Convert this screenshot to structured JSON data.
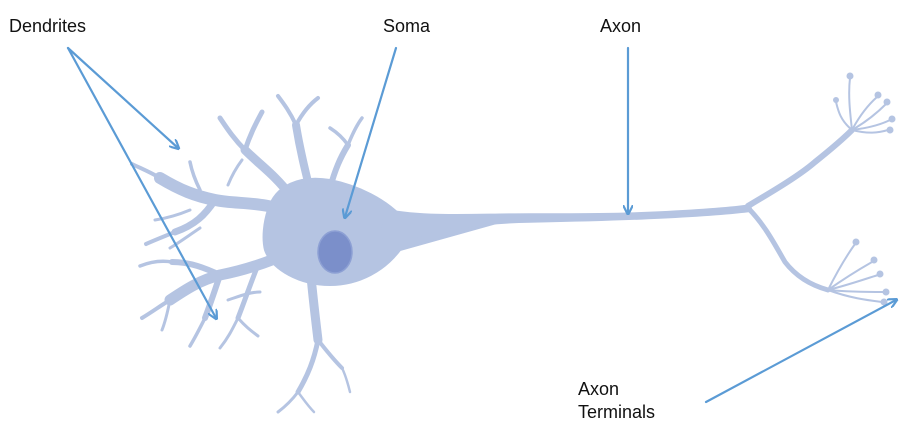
{
  "labels": {
    "dendrites": "Dendrites",
    "soma": "Soma",
    "axon": "Axon",
    "axon_terminals_line1": "Axon",
    "axon_terminals_line2": "Terminals"
  },
  "colors": {
    "neuron_body": "#b5c4e2",
    "nucleus": "#7b8fca",
    "arrow": "#5b9bd5",
    "text": "#111111",
    "background": "#ffffff"
  }
}
